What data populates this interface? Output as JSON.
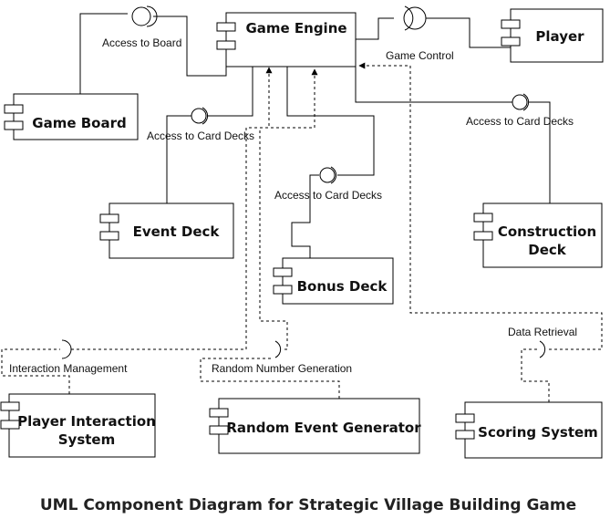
{
  "components": {
    "game_engine": "Game Engine",
    "player": "Player",
    "game_board": "Game Board",
    "event_deck": "Event Deck",
    "bonus_deck": "Bonus Deck",
    "construction_deck_line1": "Construction",
    "construction_deck_line2": "Deck",
    "player_interaction_line1": "Player Interaction",
    "player_interaction_line2": "System",
    "random_event_generator": "Random Event Generator",
    "scoring_system": "Scoring System"
  },
  "labels": {
    "access_to_board": "Access to Board",
    "game_control": "Game Control",
    "access_card_decks_1": "Access to Card Decks",
    "access_card_decks_2": "Access to Card Decks",
    "access_card_decks_3": "Access to Card Decks",
    "interaction_management": "Interaction Management",
    "random_number_generation": "Random Number Generation",
    "data_retrieval": "Data Retrieval"
  },
  "caption": "UML Component Diagram for Strategic Village Building Game"
}
